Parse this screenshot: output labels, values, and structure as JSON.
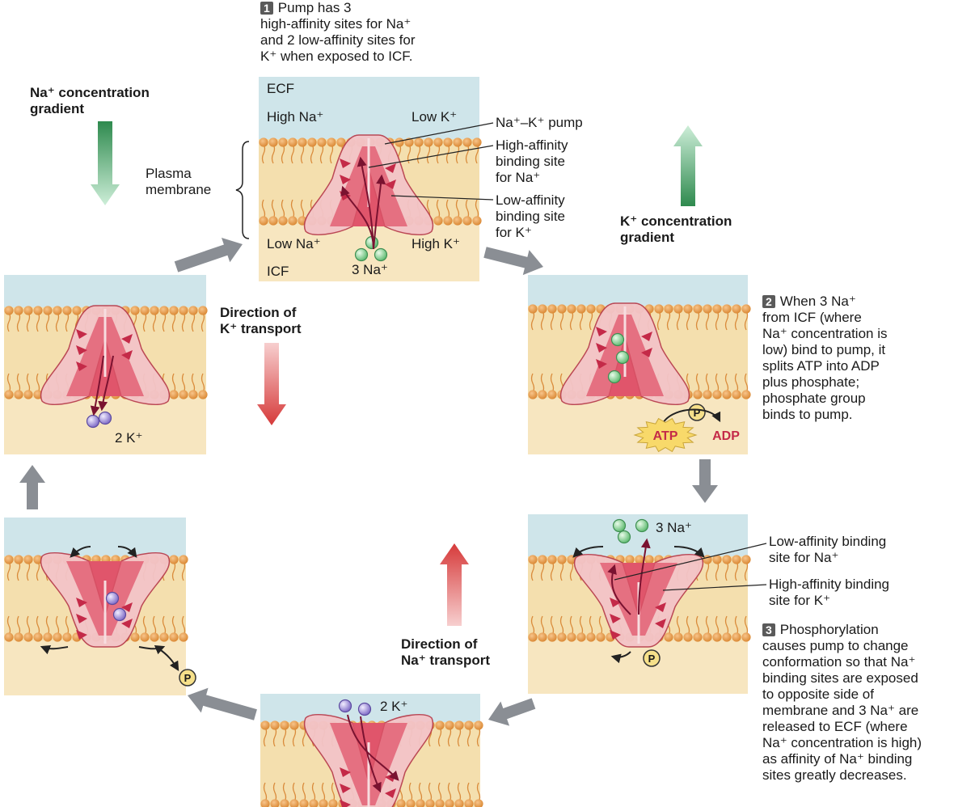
{
  "step1": {
    "num": "1",
    "text": "Pump has 3\nhigh-affinity sites for Na⁺\nand 2 low-affinity sites for\nK⁺ when exposed to ICF."
  },
  "step2": {
    "num": "2",
    "text": "When 3 Na⁺\nfrom ICF (where\nNa⁺ concentration is\nlow) bind to pump, it\nsplits ATP into ADP\nplus phosphate;\nphosphate group\nbinds to pump."
  },
  "step3": {
    "num": "3",
    "text": "Phosphorylation\ncauses pump to change\nconformation so that Na⁺\nbinding sites are exposed\nto opposite side of\nmembrane and 3 Na⁺ are\nreleased to ECF (where\nNa⁺ concentration is high)\nas affinity of Na⁺ binding\nsites greatly decreases."
  },
  "gradients": {
    "na": "Na⁺ concentration\ngradient",
    "k": "K⁺ concentration\ngradient"
  },
  "transport": {
    "k": "Direction of\nK⁺ transport",
    "na": "Direction of\nNa⁺ transport"
  },
  "top_panel": {
    "ecf": "ECF",
    "icf": "ICF",
    "high_na": "High Na⁺",
    "low_k": "Low K⁺",
    "low_na": "Low Na⁺",
    "high_k": "High K⁺",
    "three_na": "3 Na⁺",
    "plasma_membrane": "Plasma\nmembrane",
    "pump_label": "Na⁺–K⁺ pump",
    "high_aff_na": "High-affinity\nbinding site\nfor Na⁺",
    "low_aff_k": "Low-affinity\nbinding site\nfor K⁺"
  },
  "right_panel": {
    "atp": "ATP",
    "adp": "ADP",
    "p": "P"
  },
  "lower_right_panel": {
    "three_na": "3 Na⁺",
    "low_aff_na": "Low-affinity binding\nsite for Na⁺",
    "high_aff_k": "High-affinity binding\nsite for K⁺",
    "p": "P"
  },
  "bottom_panel": {
    "two_k": "2 K⁺"
  },
  "left_panel": {
    "two_k": "2 K⁺"
  },
  "lower_left_panel": {
    "p": "P"
  },
  "colors": {
    "ecf": "#cfe5ea",
    "icf": "#f7e6c0",
    "lipid": "#e8a04a",
    "pump_outer": "#f3c4c8",
    "pump_inner": "#e0566b",
    "na_ion": "#8fd49a",
    "k_ion": "#a898d8",
    "arrow_gray": "#8a8e94",
    "grad_green": "#2e8a4e",
    "grad_red": "#d63a3a"
  }
}
